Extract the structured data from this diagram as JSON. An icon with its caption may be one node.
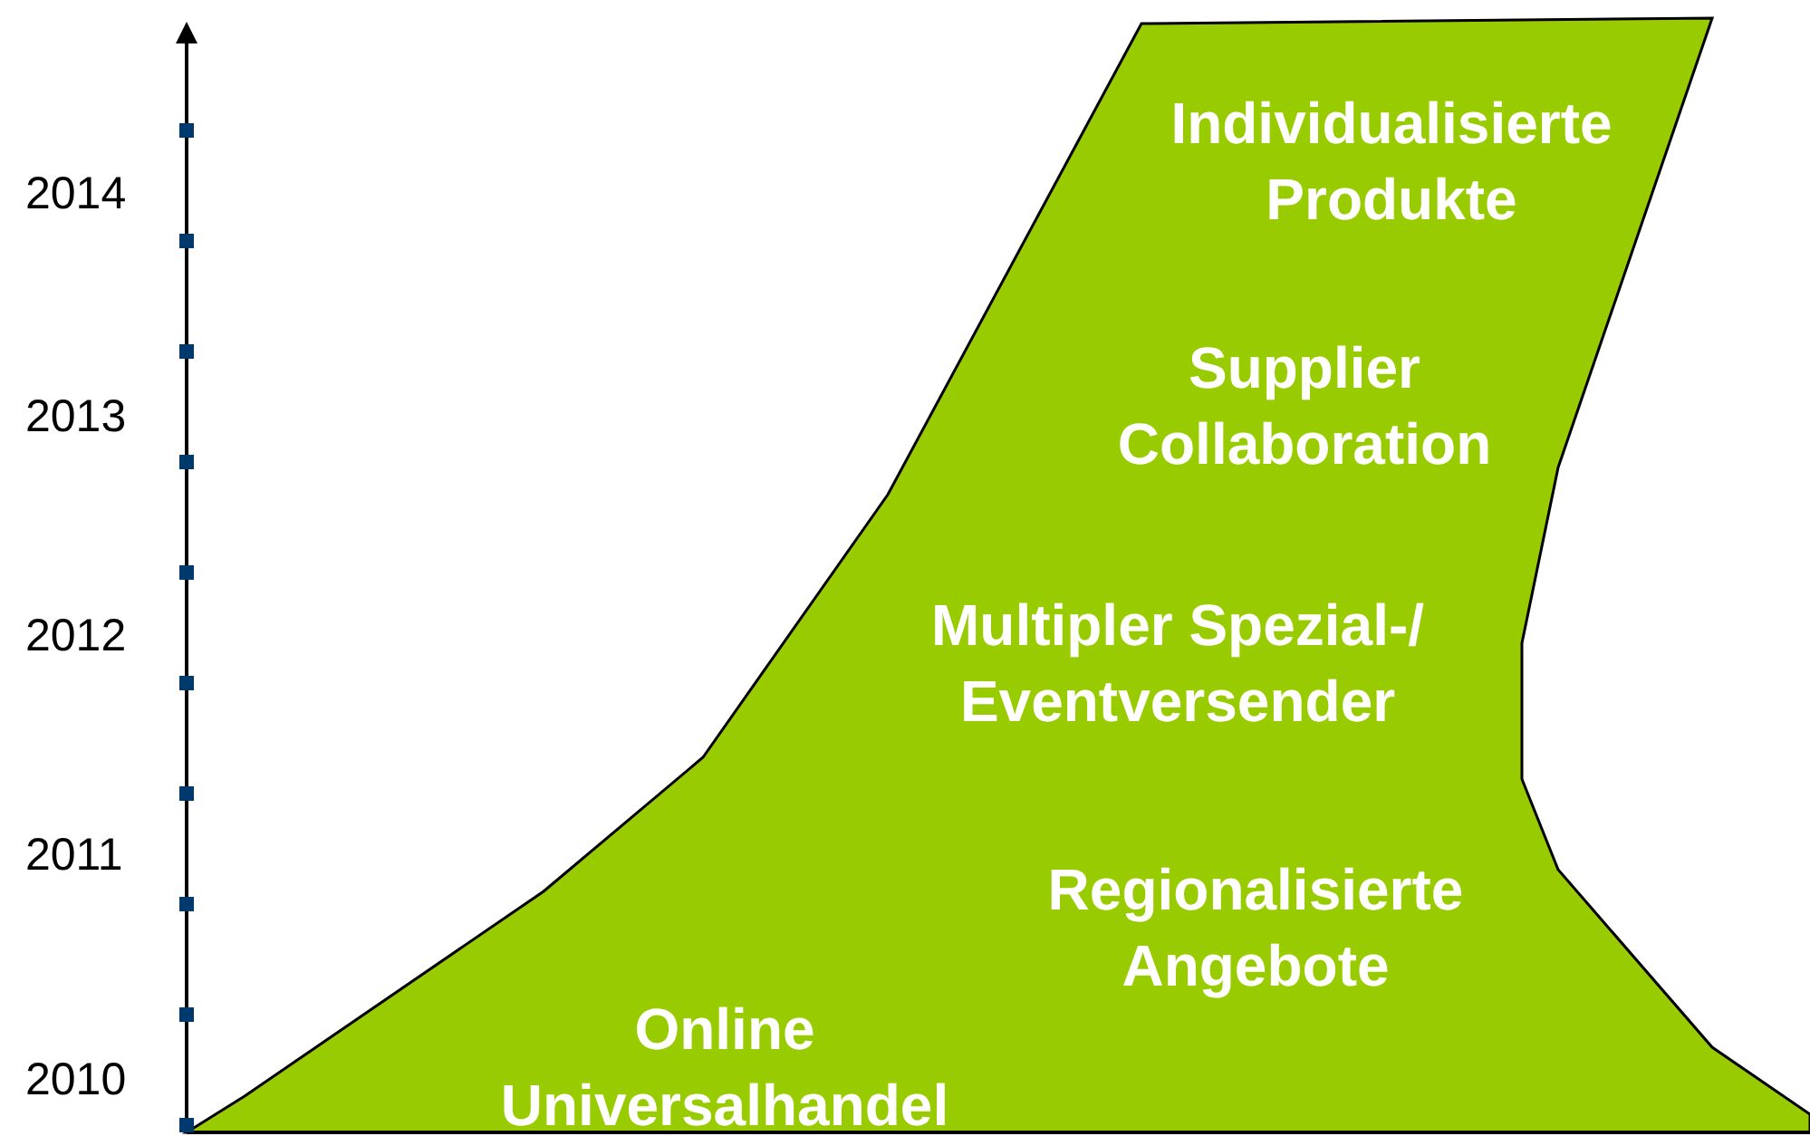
{
  "diagram": {
    "nodes": [
      {
        "text": [
          "Individualisierte Produkte",
          "Supplier Collaboration",
          "Multipler Spezial-/ Eventversender",
          "Regionalisierte Angebote",
          "Online Universalhandel"
        ]
      }
    ],
    "labels": [
      "2014",
      "2013",
      "2012",
      "2011",
      "2010"
    ]
  }
}
